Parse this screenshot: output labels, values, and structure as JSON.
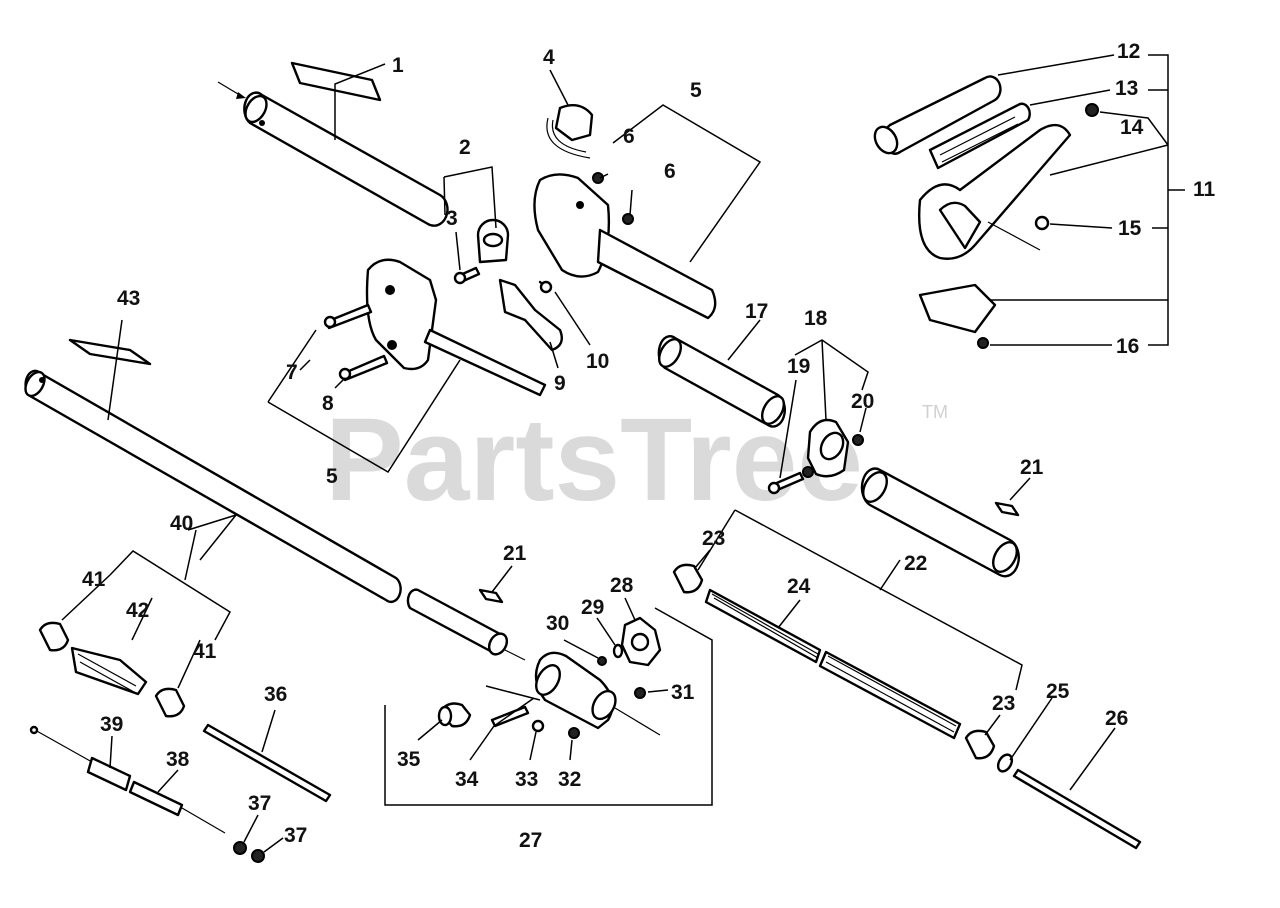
{
  "watermark": {
    "text": "PartsTree",
    "trademark": "TM"
  },
  "callouts": [
    {
      "id": "c1",
      "text": "1"
    },
    {
      "id": "c2",
      "text": "2"
    },
    {
      "id": "c3",
      "text": "3"
    },
    {
      "id": "c4",
      "text": "4"
    },
    {
      "id": "c5a",
      "text": "5"
    },
    {
      "id": "c5b",
      "text": "5"
    },
    {
      "id": "c6a",
      "text": "6"
    },
    {
      "id": "c6b",
      "text": "6"
    },
    {
      "id": "c7",
      "text": "7"
    },
    {
      "id": "c8",
      "text": "8"
    },
    {
      "id": "c9",
      "text": "9"
    },
    {
      "id": "c10",
      "text": "10"
    },
    {
      "id": "c11",
      "text": "11"
    },
    {
      "id": "c12",
      "text": "12"
    },
    {
      "id": "c13",
      "text": "13"
    },
    {
      "id": "c14",
      "text": "14"
    },
    {
      "id": "c15",
      "text": "15"
    },
    {
      "id": "c16",
      "text": "16"
    },
    {
      "id": "c17",
      "text": "17"
    },
    {
      "id": "c18",
      "text": "18"
    },
    {
      "id": "c19",
      "text": "19"
    },
    {
      "id": "c20",
      "text": "20"
    },
    {
      "id": "c21a",
      "text": "21"
    },
    {
      "id": "c21b",
      "text": "21"
    },
    {
      "id": "c22",
      "text": "22"
    },
    {
      "id": "c23a",
      "text": "23"
    },
    {
      "id": "c23b",
      "text": "23"
    },
    {
      "id": "c24",
      "text": "24"
    },
    {
      "id": "c25",
      "text": "25"
    },
    {
      "id": "c26",
      "text": "26"
    },
    {
      "id": "c27",
      "text": "27"
    },
    {
      "id": "c28",
      "text": "28"
    },
    {
      "id": "c29",
      "text": "29"
    },
    {
      "id": "c30",
      "text": "30"
    },
    {
      "id": "c31",
      "text": "31"
    },
    {
      "id": "c32",
      "text": "32"
    },
    {
      "id": "c33",
      "text": "33"
    },
    {
      "id": "c34",
      "text": "34"
    },
    {
      "id": "c35",
      "text": "35"
    },
    {
      "id": "c36",
      "text": "36"
    },
    {
      "id": "c37a",
      "text": "37"
    },
    {
      "id": "c37b",
      "text": "37"
    },
    {
      "id": "c38",
      "text": "38"
    },
    {
      "id": "c39",
      "text": "39"
    },
    {
      "id": "c40",
      "text": "40"
    },
    {
      "id": "c41a",
      "text": "41"
    },
    {
      "id": "c41b",
      "text": "41"
    },
    {
      "id": "c42",
      "text": "42"
    },
    {
      "id": "c43",
      "text": "43"
    }
  ]
}
